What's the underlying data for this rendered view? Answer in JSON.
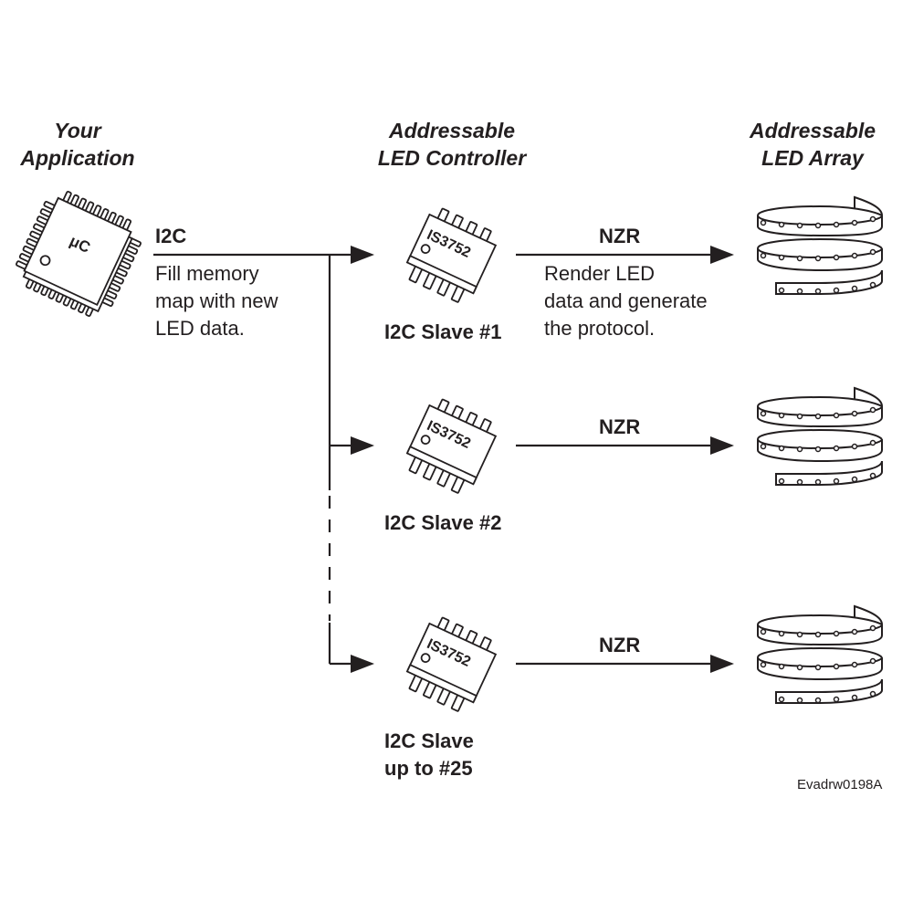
{
  "headers": {
    "application": [
      "Your",
      "Application"
    ],
    "controller": [
      "Addressable",
      "LED Controller"
    ],
    "array": [
      "Addressable",
      "LED Array"
    ]
  },
  "microcontroller": {
    "label": "μC"
  },
  "bus": {
    "protocol": "I2C",
    "description": [
      "Fill memory",
      "map with new",
      "LED data."
    ]
  },
  "controllers": [
    {
      "chip_label": "IS3752",
      "name": [
        "I2C Slave #1"
      ],
      "output_protocol": "NZR",
      "output_description": [
        "Render LED",
        "data and generate",
        "the protocol."
      ]
    },
    {
      "chip_label": "IS3752",
      "name": [
        "I2C Slave #2"
      ],
      "output_protocol": "NZR"
    },
    {
      "chip_label": "IS3752",
      "name": [
        "I2C Slave",
        "up to #25"
      ],
      "output_protocol": "NZR"
    }
  ],
  "figure_id": "Evadrw0198A",
  "colors": {
    "ink": "#231f20",
    "background": "#ffffff"
  }
}
